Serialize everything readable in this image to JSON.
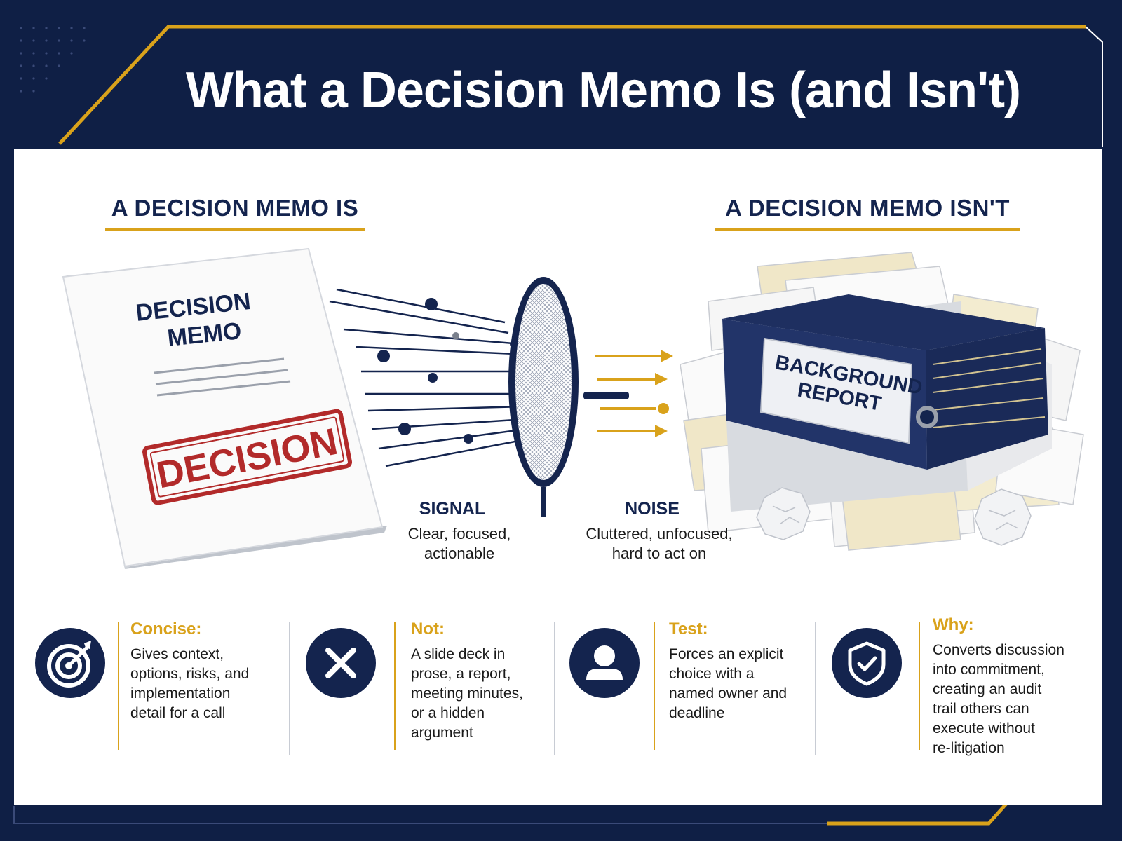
{
  "title": "What a Decision Memo Is (and Isn't)",
  "sections": {
    "is_heading": "A DECISION MEMO IS",
    "isnt_heading": "A DECISION MEMO ISN'T"
  },
  "memo_book": {
    "cover_line1": "DECISION",
    "cover_line2": "MEMO",
    "stamp": "DECISION"
  },
  "binder": {
    "label_line1": "BACKGROUND",
    "label_line2": "REPORT"
  },
  "signal": {
    "title": "SIGNAL",
    "line1": "Clear, focused,",
    "line2": "actionable"
  },
  "noise": {
    "title": "NOISE",
    "line1": "Cluttered, unfocused,",
    "line2": "hard to act on"
  },
  "features": [
    {
      "icon": "target-icon",
      "heading": "Concise:",
      "lines": [
        "Gives context,",
        "options, risks, and",
        "implementation",
        "detail for a call"
      ]
    },
    {
      "icon": "close-x-icon",
      "heading": "Not:",
      "lines": [
        "A slide deck in",
        "prose, a report,",
        "meeting minutes,",
        "or a hidden",
        "argument"
      ]
    },
    {
      "icon": "person-icon",
      "heading": "Test:",
      "lines": [
        "Forces an explicit",
        "choice with a",
        "named owner and",
        "deadline"
      ]
    },
    {
      "icon": "shield-check-icon",
      "heading": "Why:",
      "lines": [
        "Converts discussion",
        "into commitment,",
        "creating an audit",
        "trail others can",
        "execute without",
        "re-litigation"
      ]
    }
  ],
  "colors": {
    "navy": "#14244e",
    "background": "#0f1f45",
    "gold": "#d9a21b",
    "stamp_red": "#b22a2a"
  }
}
